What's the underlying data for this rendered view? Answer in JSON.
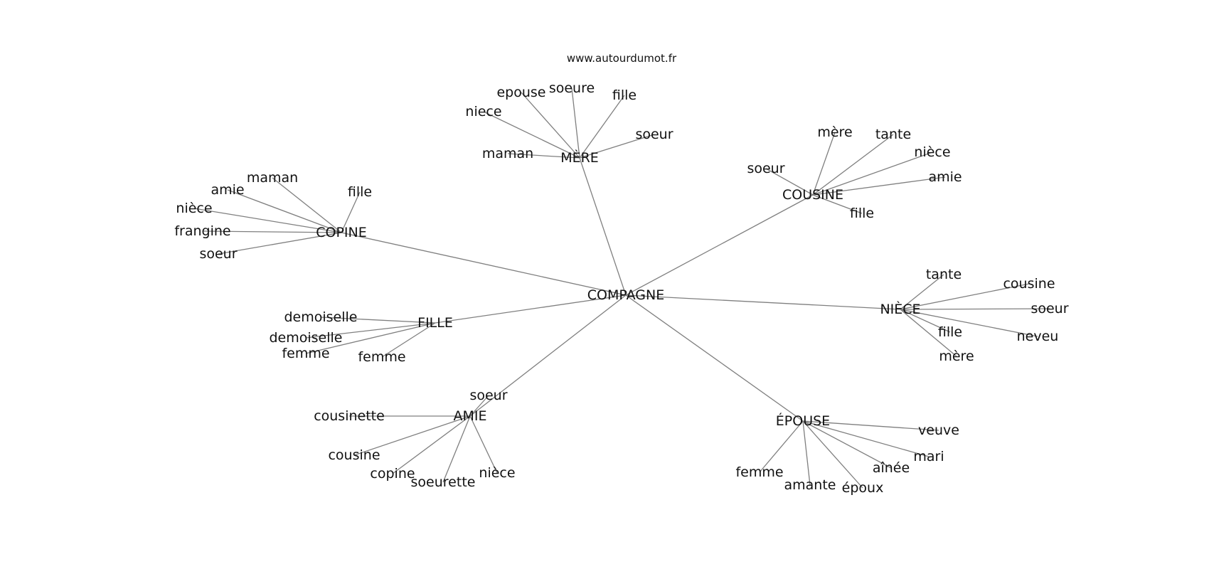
{
  "site": "www.autourdumot.fr",
  "center": "COMPAGNE",
  "hubs": [
    {
      "label": "MÈRE",
      "words": [
        "maman",
        "niece",
        "epouse",
        "soeure",
        "fille",
        "soeur"
      ]
    },
    {
      "label": "COUSINE",
      "words": [
        "soeur",
        "mère",
        "tante",
        "nièce",
        "amie",
        "fille"
      ]
    },
    {
      "label": "COPINE",
      "words": [
        "maman",
        "amie",
        "nièce",
        "frangine",
        "soeur",
        "fille"
      ]
    },
    {
      "label": "FILLE",
      "words": [
        "demoiselle",
        "demoiselle",
        "femme",
        "femme"
      ]
    },
    {
      "label": "NIÈCE",
      "words": [
        "tante",
        "cousine",
        "soeur",
        "neveu",
        "fille",
        "mère"
      ]
    },
    {
      "label": "AMIE",
      "words": [
        "soeur",
        "cousinette",
        "cousine",
        "copine",
        "soeurette",
        "nièce"
      ]
    },
    {
      "label": "ÉPOUSE",
      "words": [
        "veuve",
        "mari",
        "aînée",
        "époux",
        "amante",
        "femme"
      ]
    }
  ]
}
